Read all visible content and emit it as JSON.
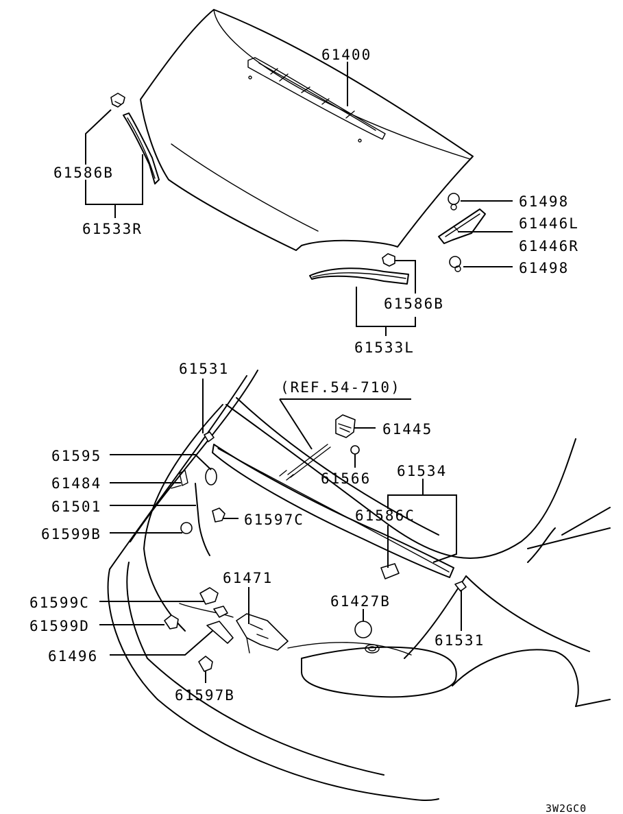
{
  "labels": {
    "p61400": "61400",
    "p61586b_top": "61586B",
    "p61533r": "61533R",
    "p61498_top": "61498",
    "p61446l": "61446L",
    "p61446r": "61446R",
    "p61498_bottom": "61498",
    "p61586b_mid": "61586B",
    "p61533l": "61533L",
    "p61531_top": "61531",
    "ref": "(REF.54-710)",
    "p61445": "61445",
    "p61595": "61595",
    "p61566": "61566",
    "p61534": "61534",
    "p61484": "61484",
    "p61501": "61501",
    "p61597c": "61597C",
    "p61586c": "61586C",
    "p61599b": "61599B",
    "p61471": "61471",
    "p61427b": "61427B",
    "p61599c": "61599C",
    "p61599d": "61599D",
    "p61531_bottom": "61531",
    "p61496": "61496",
    "p61597b": "61597B"
  },
  "drawing_code": "3W2GC0"
}
